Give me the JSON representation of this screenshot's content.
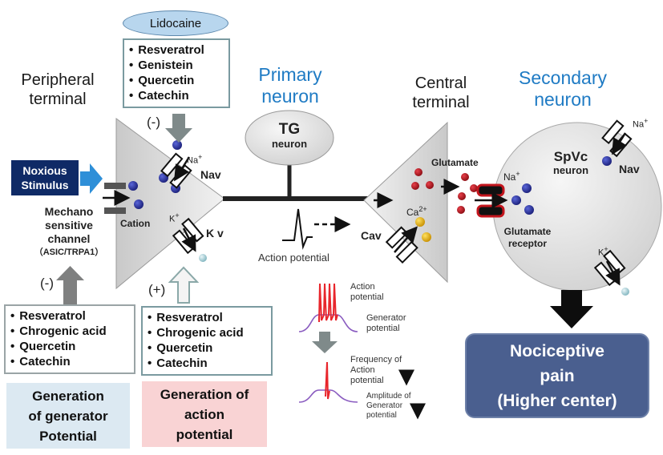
{
  "headings": {
    "peripheral_terminal": "Peripheral terminal",
    "primary_neuron": "Primary neuron",
    "central_terminal": "Central terminal",
    "secondary_neuron": "Secondary neuron"
  },
  "lidocaine": "Lidocaine",
  "top_box": {
    "items": [
      "Resveratrol",
      "Genistein",
      "Quercetin",
      "Catechin"
    ]
  },
  "inhibit_symbol_top": "(-)",
  "inhibit_symbol_left": "(-)",
  "enhance_symbol": "(+)",
  "noxious_stimulus": {
    "line1": "Noxious",
    "line2": "Stimulus"
  },
  "mechano": {
    "line1": "Mechano",
    "line2": "sensitive",
    "line3": "channel",
    "line4": "（ASIC/TRPA1）"
  },
  "peripheral": {
    "cation": "Cation",
    "na_ion": "Na",
    "na_charge": "+",
    "nav": "Nav",
    "k_ion": "K",
    "k_charge": "+",
    "kv": "K v"
  },
  "tg_neuron": {
    "line1": "TG",
    "line2": "neuron"
  },
  "action_potential": "Action potential",
  "central": {
    "glutamate": "Glutamate",
    "ca_ion": "Ca",
    "ca_charge": "2+",
    "cav": "Cav"
  },
  "spvc": {
    "line1": "SpVc",
    "line2": "neuron",
    "na_ion_in": "Na",
    "na_charge": "+",
    "glutamate_receptor_1": "Glutamate",
    "glutamate_receptor_2": "receptor",
    "na_ion_out": "Na",
    "nav": "Nav",
    "k_ion": "K",
    "k_charge": "+"
  },
  "bottom_left_box": {
    "items": [
      "Resveratrol",
      "Chrogenic acid",
      "Quercetin",
      "Catechin"
    ]
  },
  "bottom_mid_box": {
    "items": [
      "Resveratrol",
      "Chrogenic acid",
      "Quercetin",
      "Catechin"
    ]
  },
  "generation_generator": {
    "line1": "Generation",
    "line2": "of generator",
    "line3": "Potential"
  },
  "generation_action": {
    "line1": "Generation of",
    "line2": "action",
    "line3": "potential"
  },
  "legend": {
    "action_potential_1": "Action",
    "action_potential_2": "potential",
    "generator_potential_1": "Generator",
    "generator_potential_2": "potential",
    "freq_1": "Frequency of",
    "freq_2": "Action",
    "freq_3": "potential",
    "amp_1": "Amplitude of",
    "amp_2": "Generator",
    "amp_3": "potential"
  },
  "nociceptive": {
    "line1": "Nociceptive",
    "line2": "pain",
    "line3": "(Higher center)"
  },
  "colors": {
    "blue_heading": "#1f7bc4",
    "noxious_bg": "#0f2a66",
    "arrow_blue": "#2e8fd8",
    "cation_blue": "#232a8c",
    "glutamate_red": "#b3121b",
    "calcium_yellow": "#e5b100",
    "nociceptive_bg": "#4a5f8f",
    "gen_generator_bg": "#dce9f2",
    "gen_action_bg": "#f9d3d4",
    "ap_red": "#e8262c",
    "gp_purple": "#8a5cc0"
  }
}
